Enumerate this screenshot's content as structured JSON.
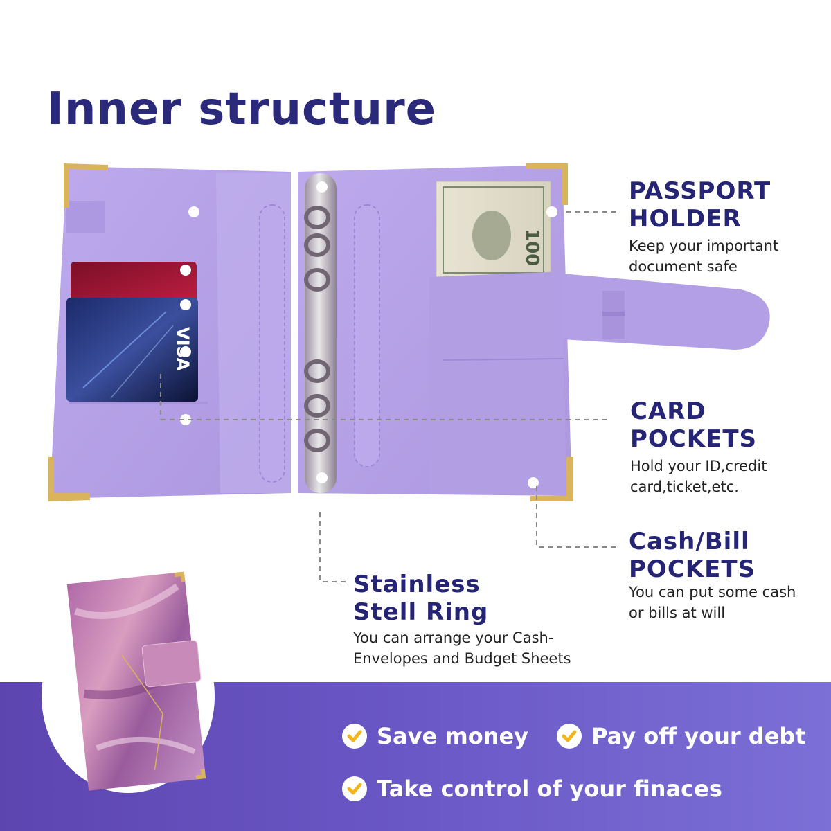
{
  "title": "Inner structure",
  "callouts": {
    "passport": {
      "title_lines": [
        "PASSPORT",
        "HOLDER"
      ],
      "desc_lines": [
        "Keep your important",
        "document safe"
      ]
    },
    "card": {
      "title_lines": [
        "CARD",
        "POCKETS"
      ],
      "desc_lines": [
        "Hold your ID,credit",
        "card,ticket,etc."
      ]
    },
    "cash": {
      "title_lines": [
        "Cash/Bill",
        "POCKETS"
      ],
      "desc_lines": [
        "You can put some cash",
        "or bills at will"
      ]
    },
    "ring": {
      "title_lines": [
        "Stainless",
        "Stell Ring"
      ],
      "desc_lines": [
        "You can arrange your Cash-",
        "Envelopes and Budget Sheets"
      ]
    }
  },
  "product_marks": {
    "card_brand": "VISA",
    "bill_value": "100"
  },
  "benefits": [
    {
      "label": "Save  money",
      "icon": "check-icon"
    },
    {
      "label": "Pay off your debt",
      "icon": "check-icon"
    },
    {
      "label": "Take control of your finaces",
      "icon": "check-icon"
    }
  ],
  "colors": {
    "title": "#2b2a7a",
    "binder_purple": "#b6a3e6",
    "band_purple": "#6a58c6",
    "gold_corner": "#d9b45a",
    "check_yellow": "#f2b51f"
  }
}
